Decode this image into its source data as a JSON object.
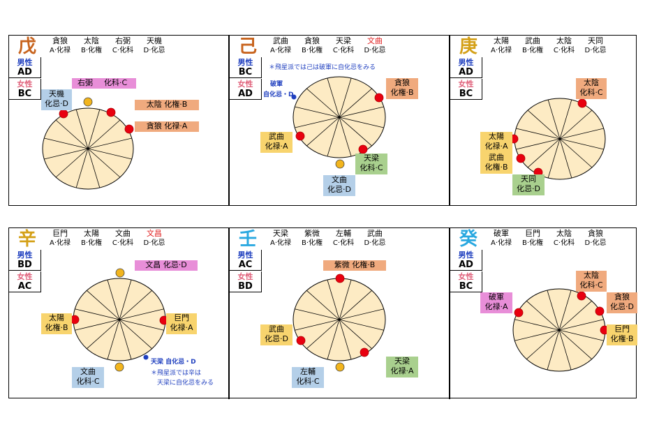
{
  "panels": [
    {
      "stem": "戊",
      "stem_color": "#c8641e",
      "male_label": "男性",
      "male_value": "AD",
      "female_label": "女性",
      "female_value": "BC",
      "stars": [
        {
          "name": "貪狼",
          "hua": "A·化禄"
        },
        {
          "name": "太陰",
          "hua": "B·化権"
        },
        {
          "name": "右弼",
          "hua": "C·化科"
        },
        {
          "name": "天機",
          "hua": "D·化忌"
        }
      ],
      "labels": [
        "右弼",
        "化科·C",
        "天機",
        "化忌·D",
        "太陰  化権·B",
        "貪狼  化禄·A"
      ]
    },
    {
      "stem": "己",
      "stem_color": "#c8641e",
      "male_label": "男性",
      "male_value": "BC",
      "female_label": "女性",
      "female_value": "AD",
      "stars": [
        {
          "name": "武曲",
          "hua": "A·化禄"
        },
        {
          "name": "貪狼",
          "hua": "B·化権"
        },
        {
          "name": "天梁",
          "hua": "C·化科"
        },
        {
          "name": "文曲",
          "hua": "D·化忌"
        }
      ],
      "note": "＊飛星派では己は破軍に自化忌をみる",
      "side_note_1": "破軍",
      "side_note_2": "自化忌・D",
      "labels": [
        "貪狼",
        "化権·B",
        "武曲",
        "化禄·A",
        "天梁",
        "化科·C",
        "文曲",
        "化忌·D"
      ]
    },
    {
      "stem": "庚",
      "stem_color": "#d4a017",
      "male_label": "男性",
      "male_value": "AD",
      "female_label": "女性",
      "female_value": "BC",
      "stars": [
        {
          "name": "太陽",
          "hua": "A·化禄"
        },
        {
          "name": "武曲",
          "hua": "B·化権"
        },
        {
          "name": "太陰",
          "hua": "C·化科"
        },
        {
          "name": "天同",
          "hua": "D·化忌"
        }
      ],
      "labels": [
        "太陰",
        "化科·C",
        "太陽",
        "化禄·A",
        "武曲",
        "化権·B",
        "天同",
        "化忌·D"
      ]
    },
    {
      "stem": "辛",
      "stem_color": "#d4a017",
      "male_label": "男性",
      "male_value": "BD",
      "female_label": "女性",
      "female_value": "AC",
      "stars": [
        {
          "name": "巨門",
          "hua": "A·化禄"
        },
        {
          "name": "太陽",
          "hua": "B·化権"
        },
        {
          "name": "文曲",
          "hua": "C·化科"
        },
        {
          "name": "文昌",
          "hua": "D·化忌"
        }
      ],
      "note_1": "天梁  自化忌・D",
      "note_2": "＊飛星派では辛は",
      "note_3": "天梁に自化忌をみる",
      "labels": [
        "文昌 化忌·D",
        "太陽",
        "化権·B",
        "巨門",
        "化禄·A",
        "文曲",
        "化科·C"
      ]
    },
    {
      "stem": "壬",
      "stem_color": "#29a8e0",
      "male_label": "男性",
      "male_value": "AC",
      "female_label": "女性",
      "female_value": "BD",
      "stars": [
        {
          "name": "天梁",
          "hua": "A·化禄"
        },
        {
          "name": "紫微",
          "hua": "B·化権"
        },
        {
          "name": "左輔",
          "hua": "C·化科"
        },
        {
          "name": "武曲",
          "hua": "D·化忌"
        }
      ],
      "labels": [
        "紫微   化権·B",
        "武曲",
        "化忌·D",
        "左輔",
        "化科·C",
        "天梁",
        "化禄·A"
      ]
    },
    {
      "stem": "癸",
      "stem_color": "#29a8e0",
      "male_label": "男性",
      "male_value": "AD",
      "female_label": "女性",
      "female_value": "BC",
      "stars": [
        {
          "name": "破軍",
          "hua": "A·化禄"
        },
        {
          "name": "巨門",
          "hua": "B·化権"
        },
        {
          "name": "太陰",
          "hua": "C·化科"
        },
        {
          "name": "貪狼",
          "hua": "D·化忌"
        }
      ],
      "labels": [
        "太陰",
        "化科·C",
        "破軍",
        "化禄·A",
        "貪狼",
        "化忌·D",
        "巨門",
        "化権·B"
      ]
    }
  ],
  "colors": {
    "wheel_fill": "#fdebc4",
    "red_dot": "#e80010",
    "yellow_dot": "#f2b51e",
    "blue_dot": "#1f3fbf"
  }
}
